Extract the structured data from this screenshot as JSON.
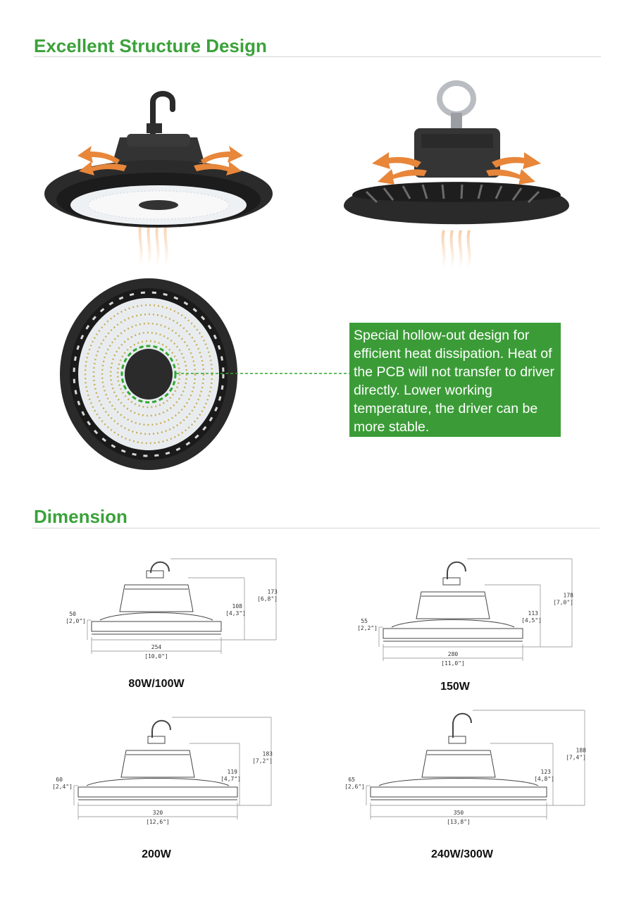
{
  "structure": {
    "title": "Excellent Structure Design",
    "callout_text": "Special hollow-out design for efficient heat dissipation. Heat of the PCB will not transfer to driver directly. Lower working temperature, the driver can be more stable."
  },
  "dimension": {
    "title": "Dimension",
    "models": [
      {
        "label": "80W/100W",
        "height_total": "173",
        "height_total_in": "[6,8\"]",
        "height_body": "108",
        "height_body_in": "[4,3\"]",
        "height_rim": "50",
        "height_rim_in": "[2,0\"]",
        "diameter": "254",
        "diameter_in": "[10,0\"]"
      },
      {
        "label": "150W",
        "height_total": "178",
        "height_total_in": "[7,0\"]",
        "height_body": "113",
        "height_body_in": "[4,5\"]",
        "height_rim": "55",
        "height_rim_in": "[2,2\"]",
        "diameter": "280",
        "diameter_in": "[11,0\"]"
      },
      {
        "label": "200W",
        "height_total": "183",
        "height_total_in": "[7,2\"]",
        "height_body": "119",
        "height_body_in": "[4,7\"]",
        "height_rim": "60",
        "height_rim_in": "[2,4\"]",
        "diameter": "320",
        "diameter_in": "[12,6\"]"
      },
      {
        "label": "240W/300W",
        "height_total": "188",
        "height_total_in": "[7,4\"]",
        "height_body": "123",
        "height_body_in": "[4,8\"]",
        "height_rim": "65",
        "height_rim_in": "[2,6\"]",
        "diameter": "350",
        "diameter_in": "[13,8\"]"
      }
    ]
  }
}
